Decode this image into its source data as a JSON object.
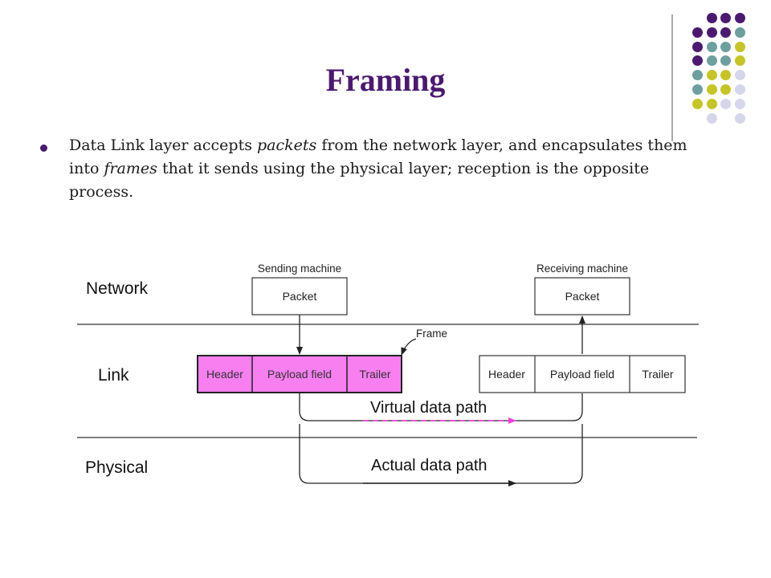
{
  "title": "Framing",
  "bullet": {
    "part1": "Data Link layer accepts ",
    "em1": "packets",
    "part2": " from the network layer, and encapsulates them into ",
    "em2": "frames",
    "part3": " that it sends using the physical layer; reception is the opposite process."
  },
  "diagram": {
    "layers": {
      "network": "Network",
      "link": "Link",
      "physical": "Physical"
    },
    "sending_machine": "Sending machine",
    "receiving_machine": "Receiving machine",
    "packet": "Packet",
    "frame_label": "Frame",
    "frame_fields": {
      "header": "Header",
      "payload": "Payload field",
      "trailer": "Trailer"
    },
    "virtual_path": "Virtual data path",
    "actual_path": "Actual data path",
    "colors": {
      "frame_fill": "#f77ff0",
      "virtual_arrow": "#ee3fd6"
    }
  },
  "decor": {
    "colors": {
      "purple": "#4b1a6e",
      "teal": "#6e9e9e",
      "olive": "#c5c52a",
      "lavender": "#d6d6ea"
    }
  }
}
